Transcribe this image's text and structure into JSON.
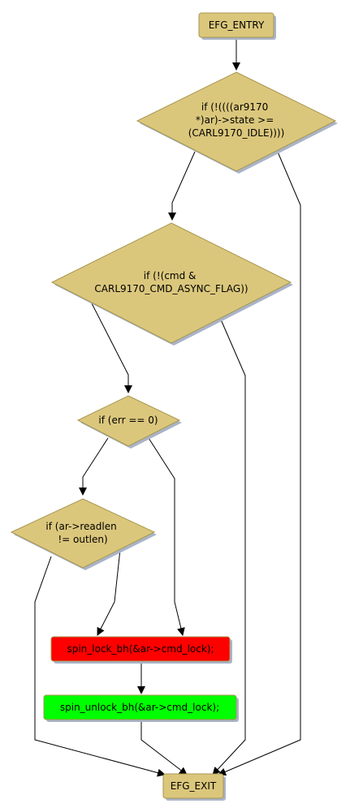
{
  "nodes": {
    "entry": {
      "label": "EFG_ENTRY"
    },
    "cond_state": {
      "lines": [
        "if (!((((ar9170",
        "*)ar)->state >=",
        "(CARL9170_IDLE))))"
      ]
    },
    "cond_cmd": {
      "lines": [
        "if (!(cmd &",
        "CARL9170_CMD_ASYNC_FLAG))"
      ]
    },
    "cond_err": {
      "label": "if (err == 0)"
    },
    "cond_readlen": {
      "lines": [
        "if (ar->readlen",
        "!= outlen)"
      ]
    },
    "spin_lock": {
      "label": "spin_lock_bh(&ar->cmd_lock);"
    },
    "spin_unlock": {
      "label": "spin_unlock_bh(&ar->cmd_lock);"
    },
    "exit": {
      "label": "EFG_EXIT"
    }
  },
  "colors": {
    "node_fill": "#dbc77c",
    "node_stroke": "#a8964f",
    "shadow": "#a9b4c8",
    "lock_fill": "#ff0000",
    "unlock_fill": "#00ff00",
    "edge": "#000000"
  }
}
